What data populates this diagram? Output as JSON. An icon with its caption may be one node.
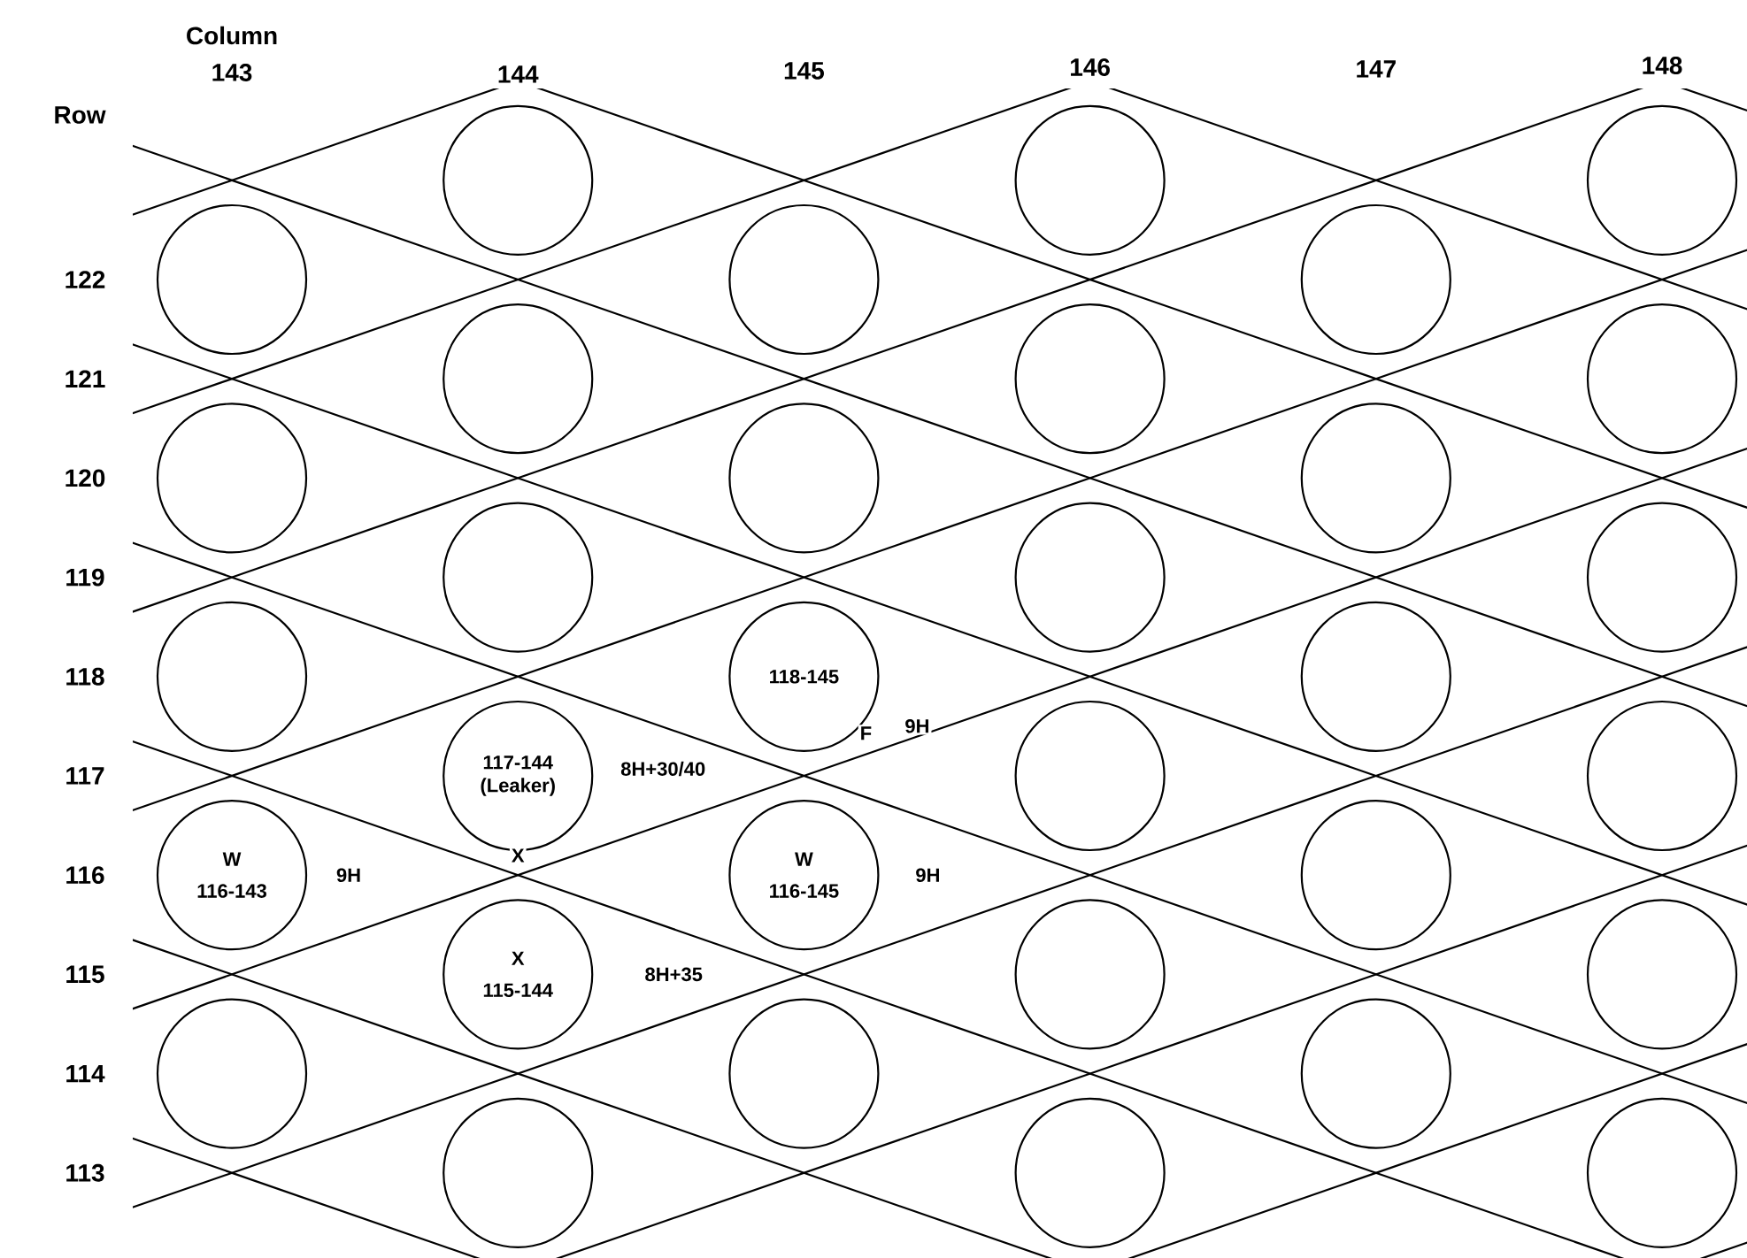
{
  "diagram": {
    "nodes": [
      {
        "text": [],
        "shape": "circle"
      },
      {
        "text": [],
        "shape": "circle"
      },
      {
        "text": [],
        "shape": "circle"
      },
      {
        "text": [],
        "shape": "circle"
      },
      {
        "text": [],
        "shape": "circle"
      },
      {
        "text": [],
        "shape": "circle"
      },
      {
        "text": [],
        "shape": "circle"
      },
      {
        "text": [],
        "shape": "circle"
      },
      {
        "text": [],
        "shape": "circle"
      },
      {
        "text": [],
        "shape": "circle"
      },
      {
        "text": [],
        "shape": "circle"
      },
      {
        "text": [],
        "shape": "circle"
      },
      {
        "text": [],
        "shape": "circle"
      },
      {
        "text": [],
        "shape": "circle"
      },
      {
        "text": [],
        "shape": "circle"
      },
      {
        "text": [],
        "shape": "circle"
      },
      {
        "text": [
          "118-145"
        ],
        "beside": [
          "F",
          "9H"
        ]
      },
      {
        "text": [],
        "shape": "circle"
      },
      {
        "text": [
          "117-144 (Leaker)"
        ],
        "beside": [
          "8H+30/40",
          "X"
        ]
      },
      {
        "text": [],
        "shape": "circle"
      },
      {
        "text": [],
        "shape": "circle"
      },
      {
        "text": [
          "W",
          "116-143"
        ],
        "beside": [
          "9H"
        ]
      },
      {
        "text": [
          "W",
          "116-145"
        ],
        "beside": [
          "9H"
        ]
      },
      {
        "text": [],
        "shape": "circle"
      },
      {
        "text": [
          "X",
          "115-144"
        ],
        "beside": [
          "8H+35"
        ]
      },
      {
        "text": [],
        "shape": "circle"
      },
      {
        "text": [],
        "shape": "circle"
      },
      {
        "text": [],
        "shape": "circle"
      },
      {
        "text": [],
        "shape": "circle"
      },
      {
        "text": [],
        "shape": "circle"
      },
      {
        "text": [],
        "shape": "circle"
      },
      {
        "text": [],
        "shape": "circle"
      },
      {
        "text": [],
        "shape": "circle"
      }
    ],
    "labels": [
      "Column",
      "143",
      "144",
      "145",
      "146",
      "147",
      "148",
      "Row",
      "122",
      "121",
      "120",
      "119",
      "118",
      "117",
      "116",
      "115",
      "114",
      "113"
    ]
  }
}
